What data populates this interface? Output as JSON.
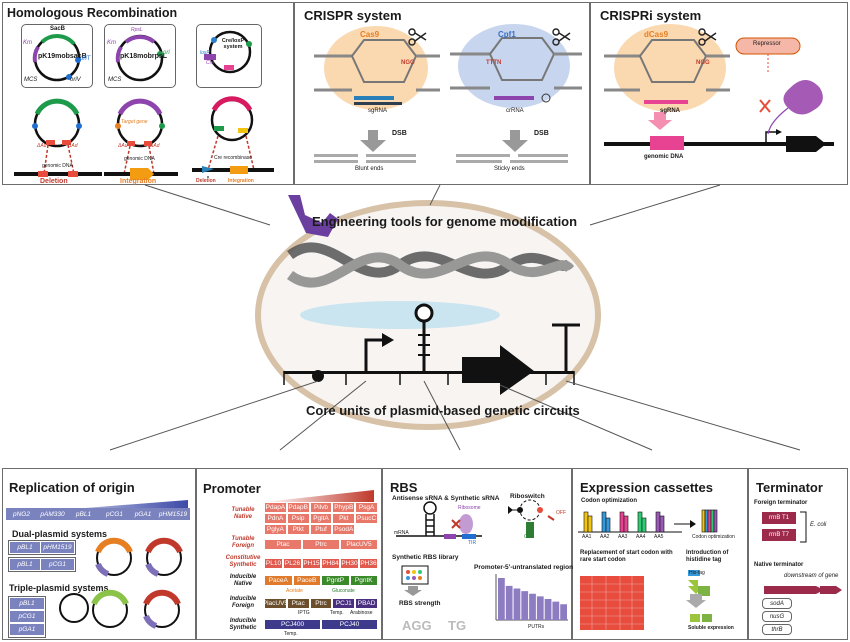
{
  "center": {
    "title": "Engineering tools for genome modification",
    "core_title": "Core units of plasmid-based genetic circuits"
  },
  "hr": {
    "title": "Homologous Recombination",
    "plasmid1": "pK19mobsacB",
    "plasmid2": "pK18mobrpsL",
    "plasmid3": "Cre/loxP system",
    "sacb": "SacB",
    "rpsl": "RpsL",
    "km": "Km",
    "mcs": "MCS",
    "orit": "oriT",
    "oriv": "oriV",
    "ori": "ori",
    "cre": "Cre",
    "loxp": "loxP",
    "dau": "ΔAu",
    "dad": "ΔAd",
    "genomic_dna": "genomic DNA",
    "target_gene": "Target gene",
    "cre_recombinase": "Cre recombinase",
    "deletion": "Deletion",
    "integration": "Integration"
  },
  "crispr": {
    "title": "CRISPR system",
    "cas9": "Cas9",
    "cpf1": "Cpf1",
    "ngg": "NGG",
    "tttn": "TTTN",
    "sgrna": "sgRNA",
    "crrna": "crRNA",
    "dsb": "DSB",
    "blunt": "Blunt ends",
    "sticky": "Sticky ends"
  },
  "crispri": {
    "title": "CRISPRi system",
    "dcas9": "dCas9",
    "ngg": "NGG",
    "sgrna": "sgRNA",
    "repressor": "Repressor",
    "genomic_dna": "genomic DNA"
  },
  "replication": {
    "title": "Replication of origin",
    "origins": [
      "pNG2",
      "pAM330",
      "pBL1",
      "pCG1",
      "pGA1",
      "pHM1519"
    ],
    "dual_title": "Dual-plasmid systems",
    "dual_pairs": [
      [
        "pBL1",
        "pHM1519"
      ],
      [
        "pBL1",
        "pCG1"
      ]
    ],
    "triple_title": "Triple-plasmid systems",
    "triple": [
      "pBL1",
      "pCG1",
      "pGA1"
    ]
  },
  "promoter": {
    "title": "Promoter",
    "rows": [
      {
        "label": "Tunable Native",
        "items": [
          "PdapA",
          "PdapB",
          "Pilvb",
          "PhypB",
          "PsgA",
          "PdnA",
          "Psip",
          "PgltA",
          "Pkt",
          "PsucC",
          "PglyA",
          "Ptkt",
          "Ptuf",
          "PsodA"
        ]
      },
      {
        "label": "Tunable Foreign",
        "items": [
          "Ptac",
          "Ptrc",
          "PlacUV5"
        ]
      },
      {
        "label": "Constitutive Synthetic",
        "items": [
          "PL10",
          "PL26",
          "PH15",
          "PH84",
          "PH30",
          "PH36"
        ]
      },
      {
        "label": "Inducible Native",
        "items": [
          "PaceA",
          "PaceB",
          "PgntP",
          "PgntK"
        ]
      },
      {
        "label": "Inducible Foreign",
        "items": [
          "PlacUV5",
          "Ptac",
          "Ptrc",
          "PCJ1",
          "PBAD"
        ]
      },
      {
        "label": "Inducible Synthetic",
        "items": [
          "PCJ400",
          "PCJ40"
        ]
      }
    ],
    "notes": {
      "acetate": "Acetate",
      "gluconate": "Gluconate",
      "iptg": "IPTG",
      "temp": "Temp.",
      "arabinose": "Arabinose",
      "temp2": "Temp."
    }
  },
  "rbs": {
    "title": "RBS",
    "antisense": "Antisense sRNA & Synthetic sRNA",
    "riboswitch": "Riboswitch",
    "ribosome": "Ribosome",
    "mrna": "mRNA",
    "tir": "TIR",
    "on": "ON",
    "off": "OFF",
    "library": "Synthetic RBS library",
    "strength": "RBS strength",
    "promoter_utr": "Promoter-5'-untranslated region",
    "putrs": "PUTRs",
    "bars": [
      16,
      13,
      12,
      11,
      10,
      9,
      8,
      7,
      6
    ]
  },
  "expression": {
    "title": "Expression cassettes",
    "codon_title": "Codon optimization",
    "aa": [
      "AA1",
      "AA2",
      "AA3",
      "AA4",
      "AA5"
    ],
    "codon_optimization": "Codon optimization",
    "replacement": "Replacement of start codon with rare start codon",
    "histidine": "Introduction of histidine tag",
    "his_tag": "His-tag",
    "soluble": "Soluble expression"
  },
  "terminator": {
    "title": "Terminator",
    "foreign": "Foreign terminator",
    "rrnb_t1": "rrnB T1",
    "rrnb_t7": "rrnB T7",
    "ecoli": "E. coli",
    "native": "Native terminator",
    "downstream": "downstream of gene",
    "genes": [
      "sodA",
      "nusG",
      "thrB"
    ]
  }
}
